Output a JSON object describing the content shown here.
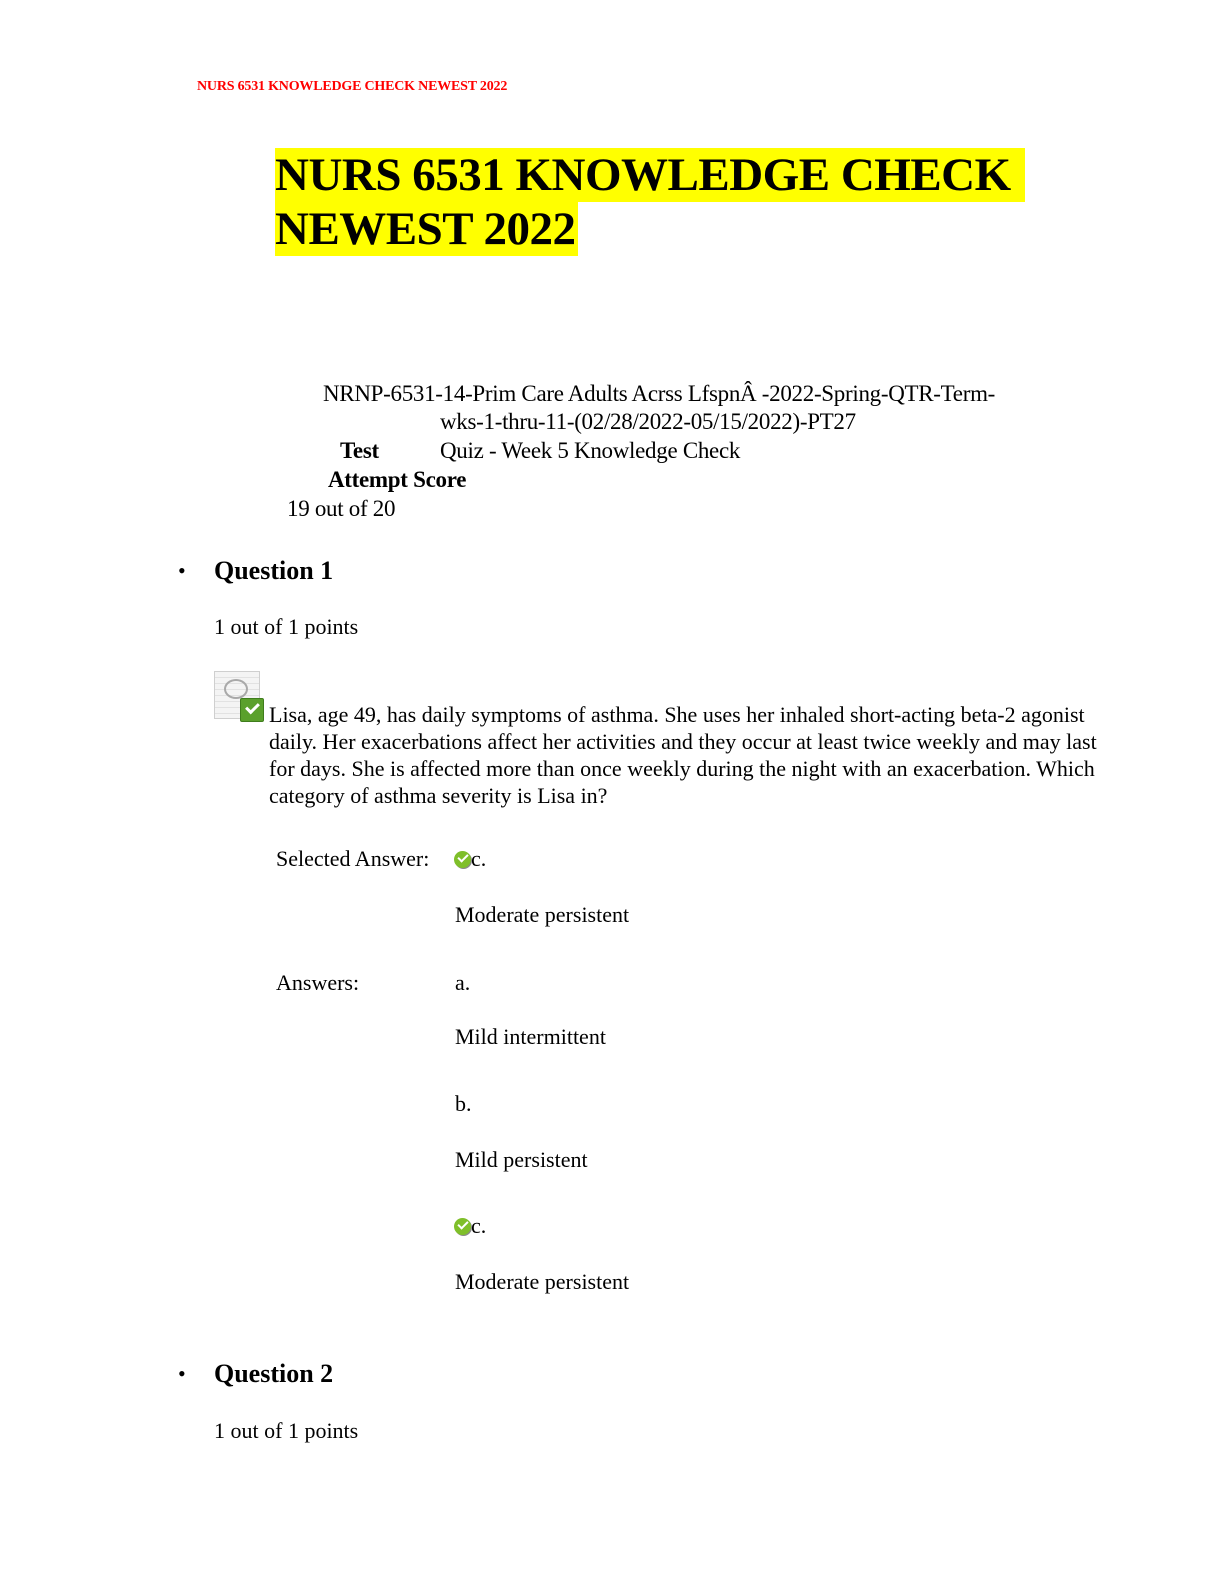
{
  "header": {
    "running_title": "NURS 6531 KNOWLEDGE CHECK NEWEST 2022"
  },
  "title": {
    "line1": "NURS 6531 KNOWLEDGE CHECK",
    "line2": "NEWEST 2022",
    "highlight_color": "#ffff00"
  },
  "quiz_info": {
    "course_line1": "NRNP-6531-14-Prim Care Adults Acrss LfspnÂ -2022-Spring-QTR-Term-",
    "course_line2": "wks-1-thru-11-(02/28/2022-05/15/2022)-PT27",
    "test_label": "Test",
    "test_value": "Quiz - Week 5 Knowledge Check",
    "attempt_label": "Attempt Score",
    "attempt_value": "19 out of 20"
  },
  "questions": [
    {
      "bullet": "•",
      "title": "Question 1",
      "points": "1 out of 1 points",
      "status_icon": "correct-question-icon",
      "text": "Lisa, age 49, has daily symptoms of asthma. She uses her inhaled short-acting beta-2 agonist daily. Her exacerbations affect her activities and they occur at least twice weekly and may last for days. She is affected more than once weekly during the night with an exacerbation. Which category of asthma severity is Lisa in?",
      "selected_label": "Selected Answer:",
      "selected_letter": "c.",
      "selected_text": "Moderate persistent",
      "answers_label": "Answers:",
      "answers": [
        {
          "letter": "a.",
          "text": "Mild intermittent",
          "correct": false
        },
        {
          "letter": "b.",
          "text": "Mild persistent",
          "correct": false
        },
        {
          "letter": "c.",
          "text": "Moderate persistent",
          "correct": true
        }
      ]
    },
    {
      "bullet": "•",
      "title": "Question 2",
      "points": "1 out of 1 points"
    }
  ],
  "colors": {
    "running_title": "#ff0000",
    "check_green": "#7fbf2a"
  }
}
